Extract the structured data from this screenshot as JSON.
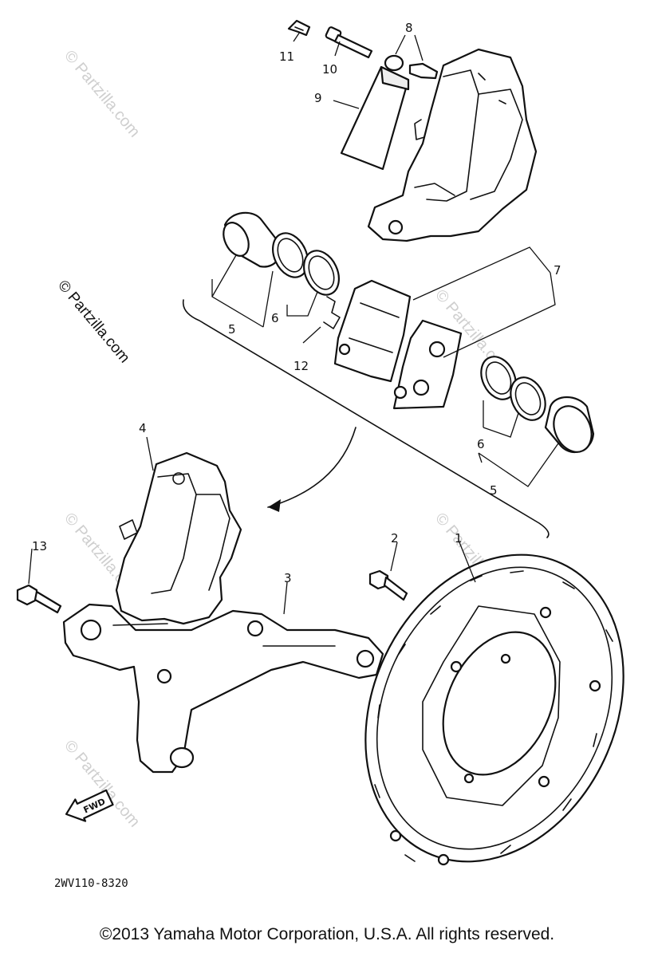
{
  "callouts": {
    "c1": "1",
    "c2": "2",
    "c3": "3",
    "c4": "4",
    "c5a": "5",
    "c5b": "5",
    "c6a": "6",
    "c6b": "6",
    "c7": "7",
    "c8": "8",
    "c9": "9",
    "c10": "10",
    "c11": "11",
    "c12": "12",
    "c13": "13"
  },
  "fwd_label": "FWD",
  "diagram_code": "2WV110-8320",
  "watermark": "© Partzilla.com",
  "copyright": "©2013 Yamaha Motor Corporation, U.S.A. All rights reserved."
}
